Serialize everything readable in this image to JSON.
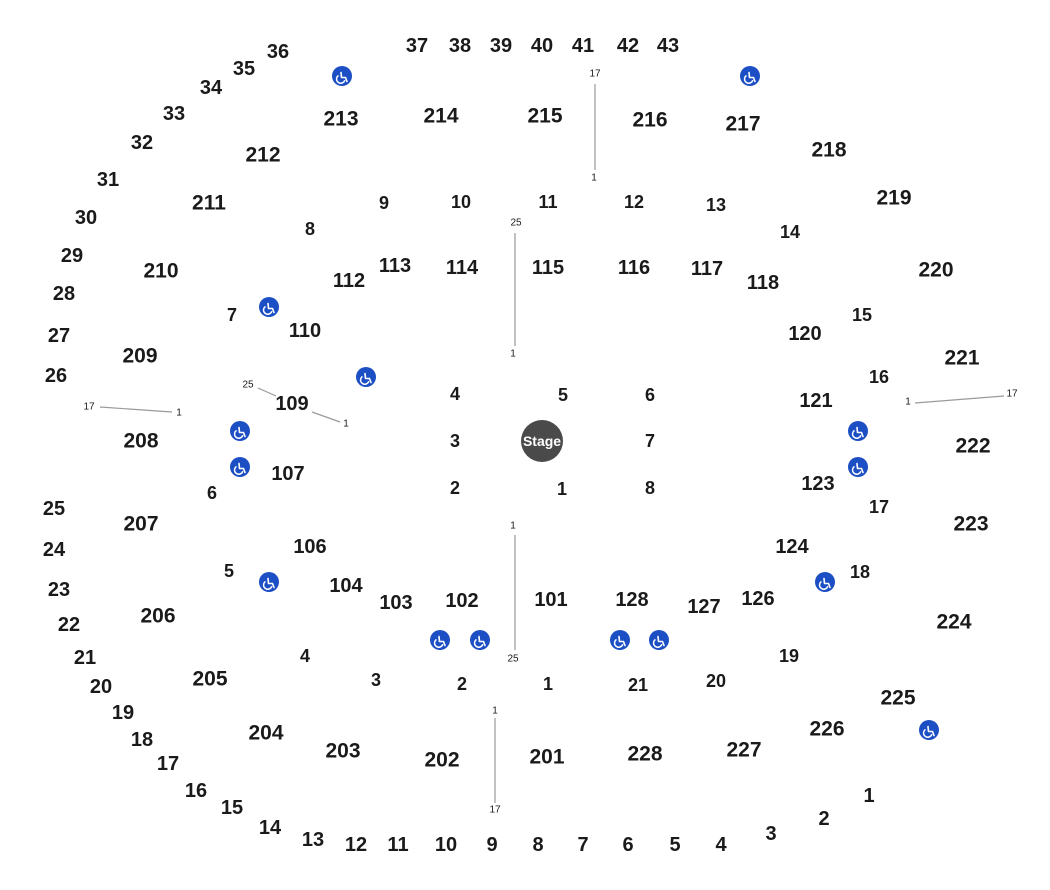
{
  "stage": {
    "label": "Stage",
    "color": "#4a4a4a"
  },
  "accessible_icon_color": "#1d4fc4",
  "perimeter_labels": [
    "1",
    "2",
    "3",
    "4",
    "5",
    "6",
    "7",
    "8",
    "9",
    "10",
    "11",
    "12",
    "13",
    "14",
    "15",
    "16",
    "17",
    "18",
    "19",
    "20",
    "21",
    "22",
    "23",
    "24",
    "25",
    "26",
    "27",
    "28",
    "29",
    "30",
    "31",
    "32",
    "33",
    "34",
    "35",
    "36",
    "37",
    "38",
    "39",
    "40",
    "41",
    "42",
    "43"
  ],
  "upper_sections": [
    "201",
    "202",
    "203",
    "204",
    "205",
    "206",
    "207",
    "208",
    "209",
    "210",
    "211",
    "212",
    "213",
    "214",
    "215",
    "216",
    "217",
    "218",
    "219",
    "220",
    "221",
    "222",
    "223",
    "224",
    "225",
    "226",
    "227",
    "228"
  ],
  "vomitory_labels": [
    "1",
    "2",
    "3",
    "4",
    "5",
    "6",
    "7",
    "8",
    "9",
    "10",
    "11",
    "12",
    "13",
    "14",
    "15",
    "16",
    "17",
    "18",
    "19",
    "20",
    "21"
  ],
  "lower_sections": [
    "101",
    "102",
    "103",
    "104",
    "106",
    "107",
    "109",
    "110",
    "112",
    "113",
    "114",
    "115",
    "116",
    "117",
    "118",
    "120",
    "121",
    "123",
    "124",
    "126",
    "127",
    "128"
  ],
  "floor_sections": [
    "1",
    "2",
    "3",
    "4",
    "5",
    "6",
    "7",
    "8"
  ],
  "row_markers": [
    "1",
    "17",
    "25"
  ],
  "accessible_icons": [
    "wheelchair-icon"
  ]
}
